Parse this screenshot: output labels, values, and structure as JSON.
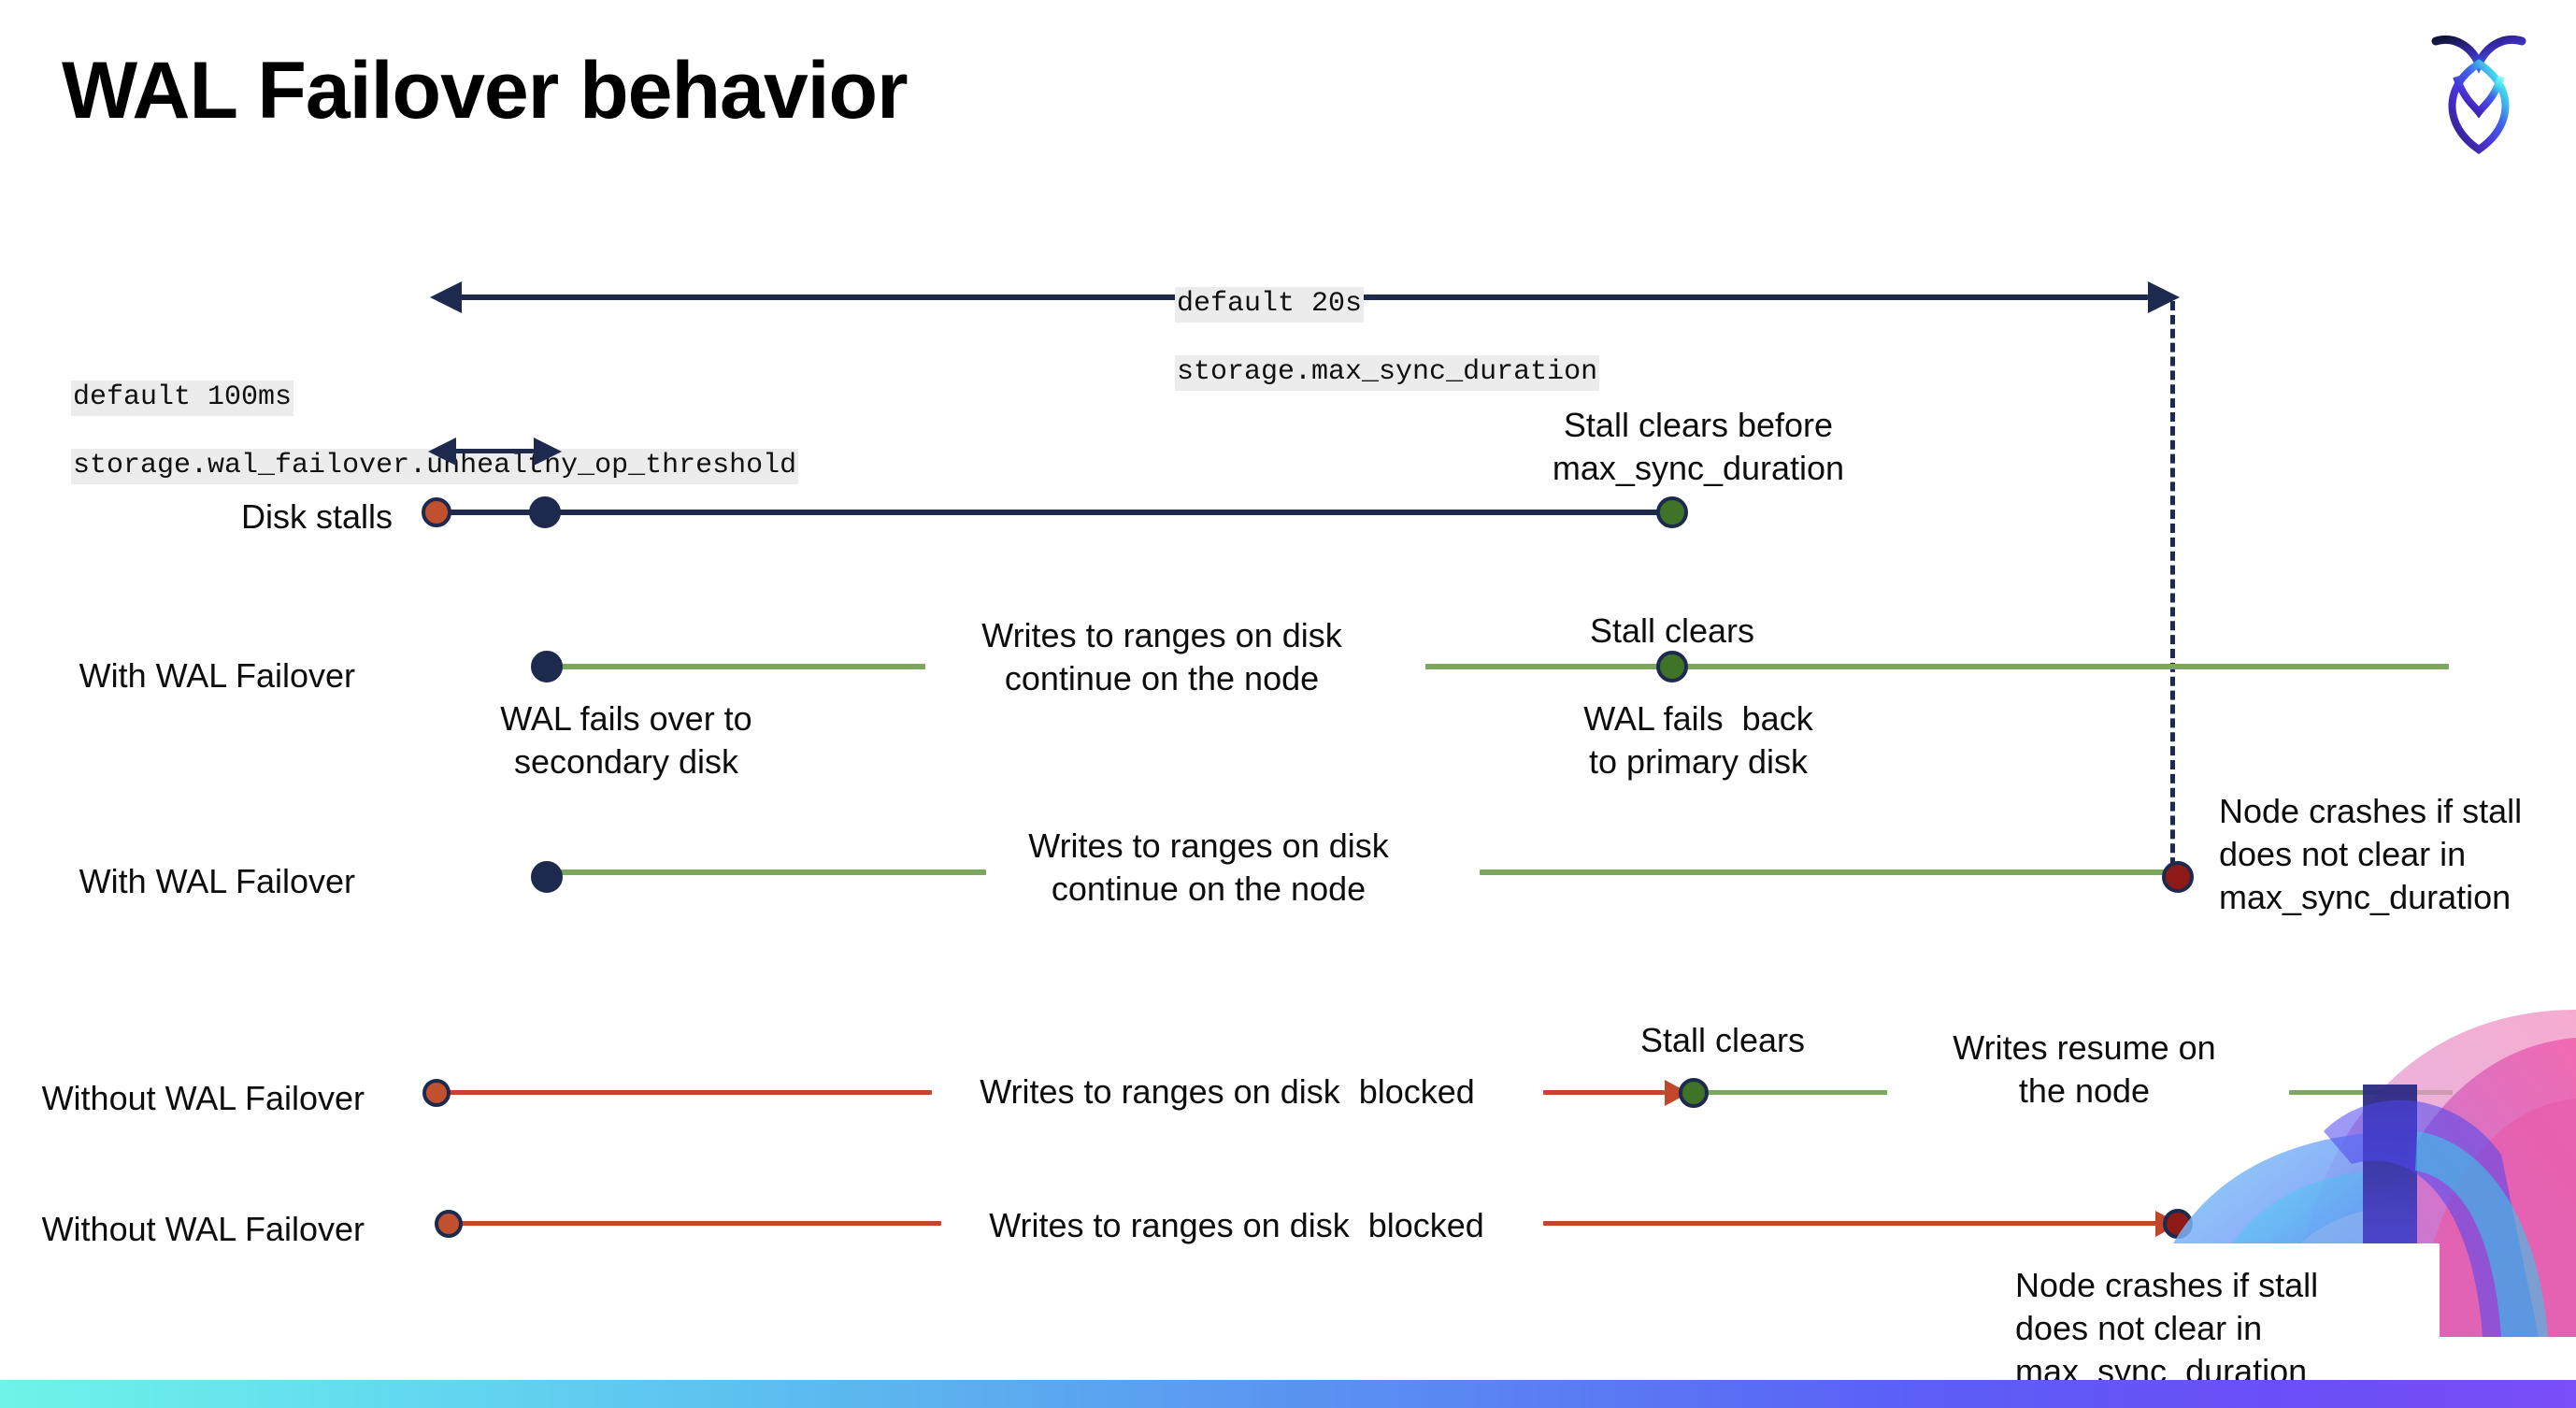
{
  "slide": {
    "title": "WAL Failover behavior",
    "logo_icon": "cockroach-logo-icon"
  },
  "colors": {
    "navy": "#1d2a4d",
    "green_line": "#7ba85c",
    "red_line": "#c1462a",
    "marker_red": "#c1502f",
    "marker_green": "#3e7328",
    "marker_dark_red": "#8d1a16",
    "chip_background": "#ececec",
    "bottom_bar_start": "#6ff3e8",
    "bottom_bar_end": "#7a4ef9"
  },
  "settings": {
    "max_sync_duration": {
      "default_line": "default 20s",
      "name_line": "storage.max_sync_duration"
    },
    "unhealthy_op_threshold": {
      "default_line": "default 100ms",
      "name_line": "storage.wal_failover.unhealthy_op_threshold"
    }
  },
  "rows": [
    {
      "id": "disk-stalls",
      "label": "Disk stalls",
      "annotations": [
        {
          "id": "stall-clears-before",
          "text": "Stall clears before\nmax_sync_duration"
        }
      ]
    },
    {
      "id": "with-wal-failover-clears",
      "label": "With WAL Failover",
      "annotations": [
        {
          "id": "writes-continue",
          "text": "Writes to ranges on disk\ncontinue on the node"
        },
        {
          "id": "stall-clears",
          "text": "Stall clears"
        },
        {
          "id": "wal-fails-over",
          "text": "WAL fails over to\nsecondary disk"
        },
        {
          "id": "wal-fails-back",
          "text": "WAL fails  back\nto primary disk"
        }
      ]
    },
    {
      "id": "with-wal-failover-crash",
      "label": "With WAL Failover",
      "annotations": [
        {
          "id": "writes-continue-2",
          "text": "Writes to ranges on disk\ncontinue on the node"
        },
        {
          "id": "node-crashes-1",
          "text": "Node crashes if stall\ndoes not clear in\nmax_sync_duration"
        }
      ]
    },
    {
      "id": "without-wal-failover-clears",
      "label": "Without WAL Failover",
      "annotations": [
        {
          "id": "writes-blocked",
          "text": "Writes to ranges on disk  blocked"
        },
        {
          "id": "stall-clears-2",
          "text": "Stall clears"
        },
        {
          "id": "writes-resume",
          "text": "Writes resume on\nthe node"
        }
      ]
    },
    {
      "id": "without-wal-failover-crash",
      "label": "Without WAL Failover",
      "annotations": [
        {
          "id": "writes-blocked-2",
          "text": "Writes to ranges on disk  blocked"
        },
        {
          "id": "node-crashes-2",
          "text": "Node crashes if stall\ndoes not clear in\nmax_sync_duration"
        }
      ]
    }
  ],
  "text": {
    "disk_stalls_label": "Disk stalls",
    "with_wal_failover_1": "With WAL Failover",
    "with_wal_failover_2": "With WAL Failover",
    "without_wal_failover_1": "Without WAL Failover",
    "without_wal_failover_2": "Without WAL Failover",
    "stall_clears_before": "Stall clears before\nmax_sync_duration",
    "writes_continue_1": "Writes to ranges on disk\ncontinue on the node",
    "writes_continue_2": "Writes to ranges on disk\ncontinue on the node",
    "stall_clears_1": "Stall clears",
    "stall_clears_2": "Stall clears",
    "wal_fails_over": "WAL fails over to\nsecondary disk",
    "wal_fails_back": "WAL fails  back\nto primary disk",
    "node_crashes_1": "Node crashes if stall\ndoes not clear in\nmax_sync_duration",
    "node_crashes_2": "Node crashes if stall\ndoes not clear in\nmax_sync_duration",
    "writes_blocked_1": "Writes to ranges on disk  blocked",
    "writes_blocked_2": "Writes to ranges on disk  blocked",
    "writes_resume": "Writes resume on\nthe node",
    "max_sync_default": "default 20s",
    "max_sync_name": "storage.max_sync_duration",
    "threshold_default": "default 100ms",
    "threshold_name": "storage.wal_failover.unhealthy_op_threshold"
  }
}
